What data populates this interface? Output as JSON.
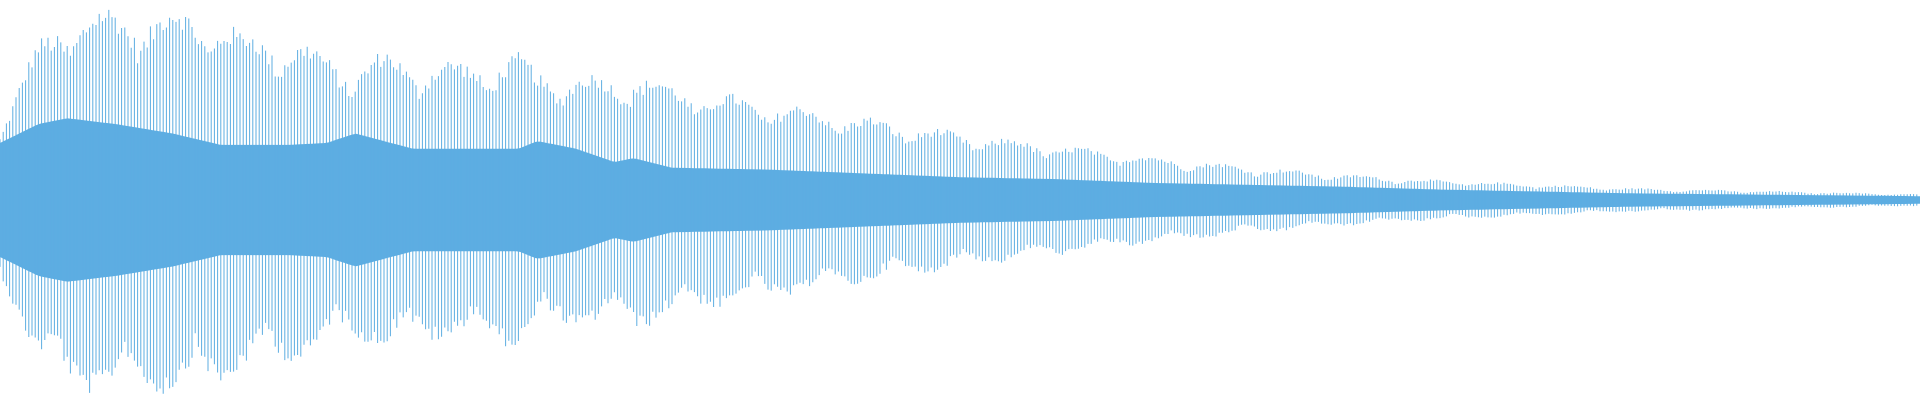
{
  "waveform": {
    "color": "#5dade2",
    "background": "#ffffff",
    "envelope": [
      {
        "t": 0.0,
        "peak": 0.4,
        "body": 0.3
      },
      {
        "t": 0.01,
        "peak": 0.6,
        "body": 0.35
      },
      {
        "t": 0.02,
        "peak": 0.8,
        "body": 0.4
      },
      {
        "t": 0.035,
        "peak": 0.96,
        "body": 0.43
      },
      {
        "t": 0.06,
        "peak": 0.97,
        "body": 0.4
      },
      {
        "t": 0.09,
        "peak": 0.97,
        "body": 0.35
      },
      {
        "t": 0.115,
        "peak": 0.95,
        "body": 0.29
      },
      {
        "t": 0.125,
        "peak": 0.85,
        "body": 0.29
      },
      {
        "t": 0.15,
        "peak": 0.84,
        "body": 0.29
      },
      {
        "t": 0.17,
        "peak": 0.74,
        "body": 0.3
      },
      {
        "t": 0.185,
        "peak": 0.7,
        "body": 0.35
      },
      {
        "t": 0.2,
        "peak": 0.75,
        "body": 0.31
      },
      {
        "t": 0.215,
        "peak": 0.72,
        "body": 0.27
      },
      {
        "t": 0.24,
        "peak": 0.7,
        "body": 0.27
      },
      {
        "t": 0.27,
        "peak": 0.74,
        "body": 0.27
      },
      {
        "t": 0.28,
        "peak": 0.66,
        "body": 0.31
      },
      {
        "t": 0.3,
        "peak": 0.64,
        "body": 0.27
      },
      {
        "t": 0.32,
        "peak": 0.62,
        "body": 0.2
      },
      {
        "t": 0.33,
        "peak": 0.66,
        "body": 0.22
      },
      {
        "t": 0.35,
        "peak": 0.58,
        "body": 0.17
      },
      {
        "t": 0.4,
        "peak": 0.5,
        "body": 0.16
      },
      {
        "t": 0.45,
        "peak": 0.42,
        "body": 0.14
      },
      {
        "t": 0.5,
        "peak": 0.34,
        "body": 0.12
      },
      {
        "t": 0.55,
        "peak": 0.28,
        "body": 0.11
      },
      {
        "t": 0.6,
        "peak": 0.22,
        "body": 0.09
      },
      {
        "t": 0.65,
        "peak": 0.17,
        "body": 0.08
      },
      {
        "t": 0.7,
        "peak": 0.13,
        "body": 0.07
      },
      {
        "t": 0.75,
        "peak": 0.1,
        "body": 0.055
      },
      {
        "t": 0.8,
        "peak": 0.08,
        "body": 0.045
      },
      {
        "t": 0.85,
        "peak": 0.06,
        "body": 0.035
      },
      {
        "t": 0.9,
        "peak": 0.05,
        "body": 0.03
      },
      {
        "t": 0.95,
        "peak": 0.04,
        "body": 0.025
      },
      {
        "t": 1.0,
        "peak": 0.03,
        "body": 0.02
      }
    ]
  }
}
